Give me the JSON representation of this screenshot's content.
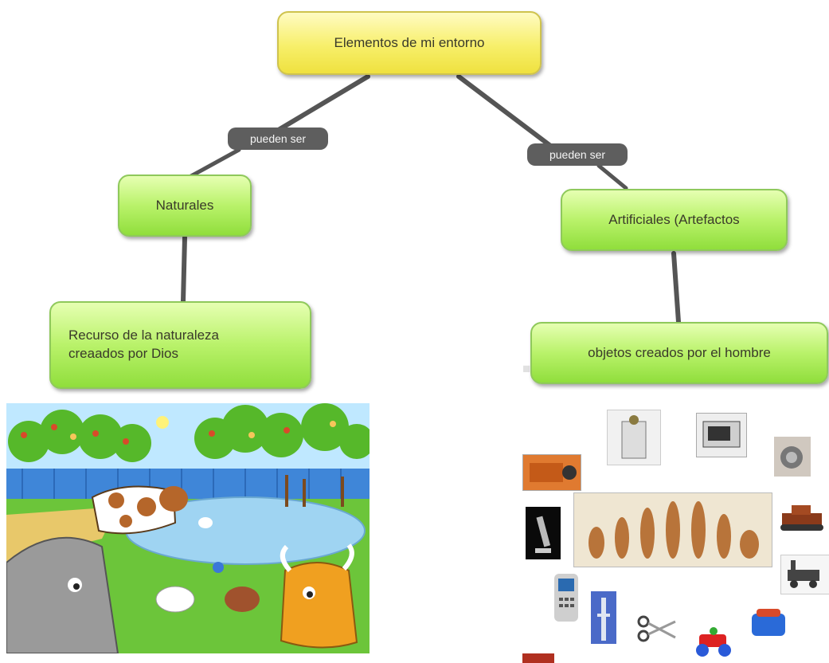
{
  "concept_map": {
    "root": {
      "label": "Elementos de mi entorno"
    },
    "links": [
      {
        "label": "pueden ser"
      },
      {
        "label": "pueden ser"
      }
    ],
    "left_branch": {
      "label": "Naturales",
      "child": {
        "label": "Recurso de la naturaleza\ncreaados por Dios"
      }
    },
    "right_branch": {
      "label": "Artificiales (Artefactos",
      "child": {
        "label": "objetos creados por el hombre"
      }
    }
  },
  "images": {
    "nature_scene": {
      "icon": "farm-animals-illustration"
    },
    "artifacts_collage": {
      "icons": [
        "camcorder-icon",
        "machine-icon",
        "oven-icon",
        "device-icon",
        "lamp-icon",
        "human-evolution-icon",
        "tank-toy-icon",
        "locomotive-icon",
        "phone-icon",
        "tower-icon",
        "scissors-icon",
        "toy-car-icon",
        "telephone-icon"
      ]
    }
  },
  "colors": {
    "root_fill": "#f7ef6a",
    "node_fill": "#b9f26a",
    "link_label_fill": "#5e5e5e",
    "connector": "#555555"
  }
}
